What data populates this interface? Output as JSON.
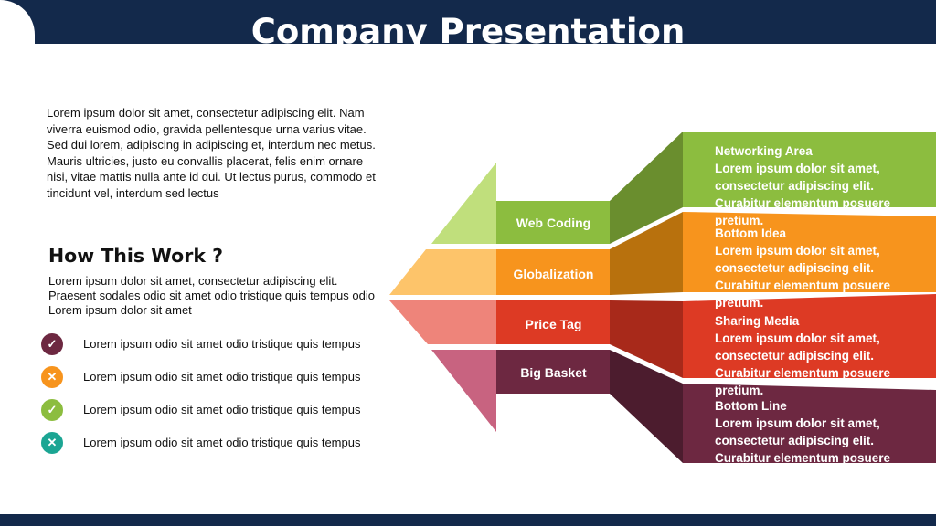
{
  "title": "Company Presentation",
  "intro_text": "Lorem ipsum dolor sit amet, consectetur adipiscing elit. Nam viverra euismod odio, gravida pellentesque urna varius vitae. Sed dui lorem, adipiscing in adipiscing et, interdum nec metus. Mauris ultricies, justo eu convallis placerat, felis enim ornare nisi, vitae mattis nulla ante id dui. Ut lectus purus, commodo et tincidunt vel, interdum sed lectus",
  "how_title": "How This Work ?",
  "how_text": "Lorem ipsum dolor sit amet, consectetur adipiscing elit. Praesent sodales odio sit amet odio tristique quis tempus odio Lorem ipsum dolor sit amet",
  "checklist": [
    {
      "icon": "check-icon",
      "glyph": "✓",
      "color": "#6d2841",
      "text": "Lorem ipsum odio sit amet odio tristique quis tempus"
    },
    {
      "icon": "x-icon",
      "glyph": "✕",
      "color": "#f7941d",
      "text": "Lorem ipsum odio sit amet odio tristique quis tempus"
    },
    {
      "icon": "check-icon",
      "glyph": "✓",
      "color": "#8cbd3f",
      "text": "Lorem ipsum odio sit amet odio tristique quis tempus"
    },
    {
      "icon": "x-icon",
      "glyph": "✕",
      "color": "#1ba593",
      "text": "Lorem ipsum odio sit amet odio tristique quis tempus"
    }
  ],
  "labels": [
    "Web Coding",
    "Globalization",
    "Price Tag",
    "Big Basket"
  ],
  "panels": [
    {
      "heading": "Networking Area",
      "lines": [
        "Lorem ipsum dolor sit amet,",
        "consectetur adipiscing elit.",
        "Curabitur elementum posuere",
        "pretium."
      ]
    },
    {
      "heading": "Bottom Idea",
      "lines": [
        "Lorem ipsum dolor sit amet,",
        "consectetur adipiscing elit.",
        "Curabitur elementum posuere",
        "pretium."
      ]
    },
    {
      "heading": "Sharing Media",
      "lines": [
        "Lorem ipsum dolor sit amet,",
        "consectetur adipiscing elit.",
        "Curabitur elementum posuere",
        "pretium."
      ]
    },
    {
      "heading": "Bottom Line",
      "lines": [
        "Lorem ipsum dolor sit amet,",
        "consectetur adipiscing elit.",
        "Curabitur elementum posuere"
      ]
    }
  ],
  "colors": {
    "navy": "#13294b",
    "green": "#8cbd3f",
    "orange": "#f7941d",
    "red": "#dd3a24",
    "maroon": "#6d2841"
  }
}
